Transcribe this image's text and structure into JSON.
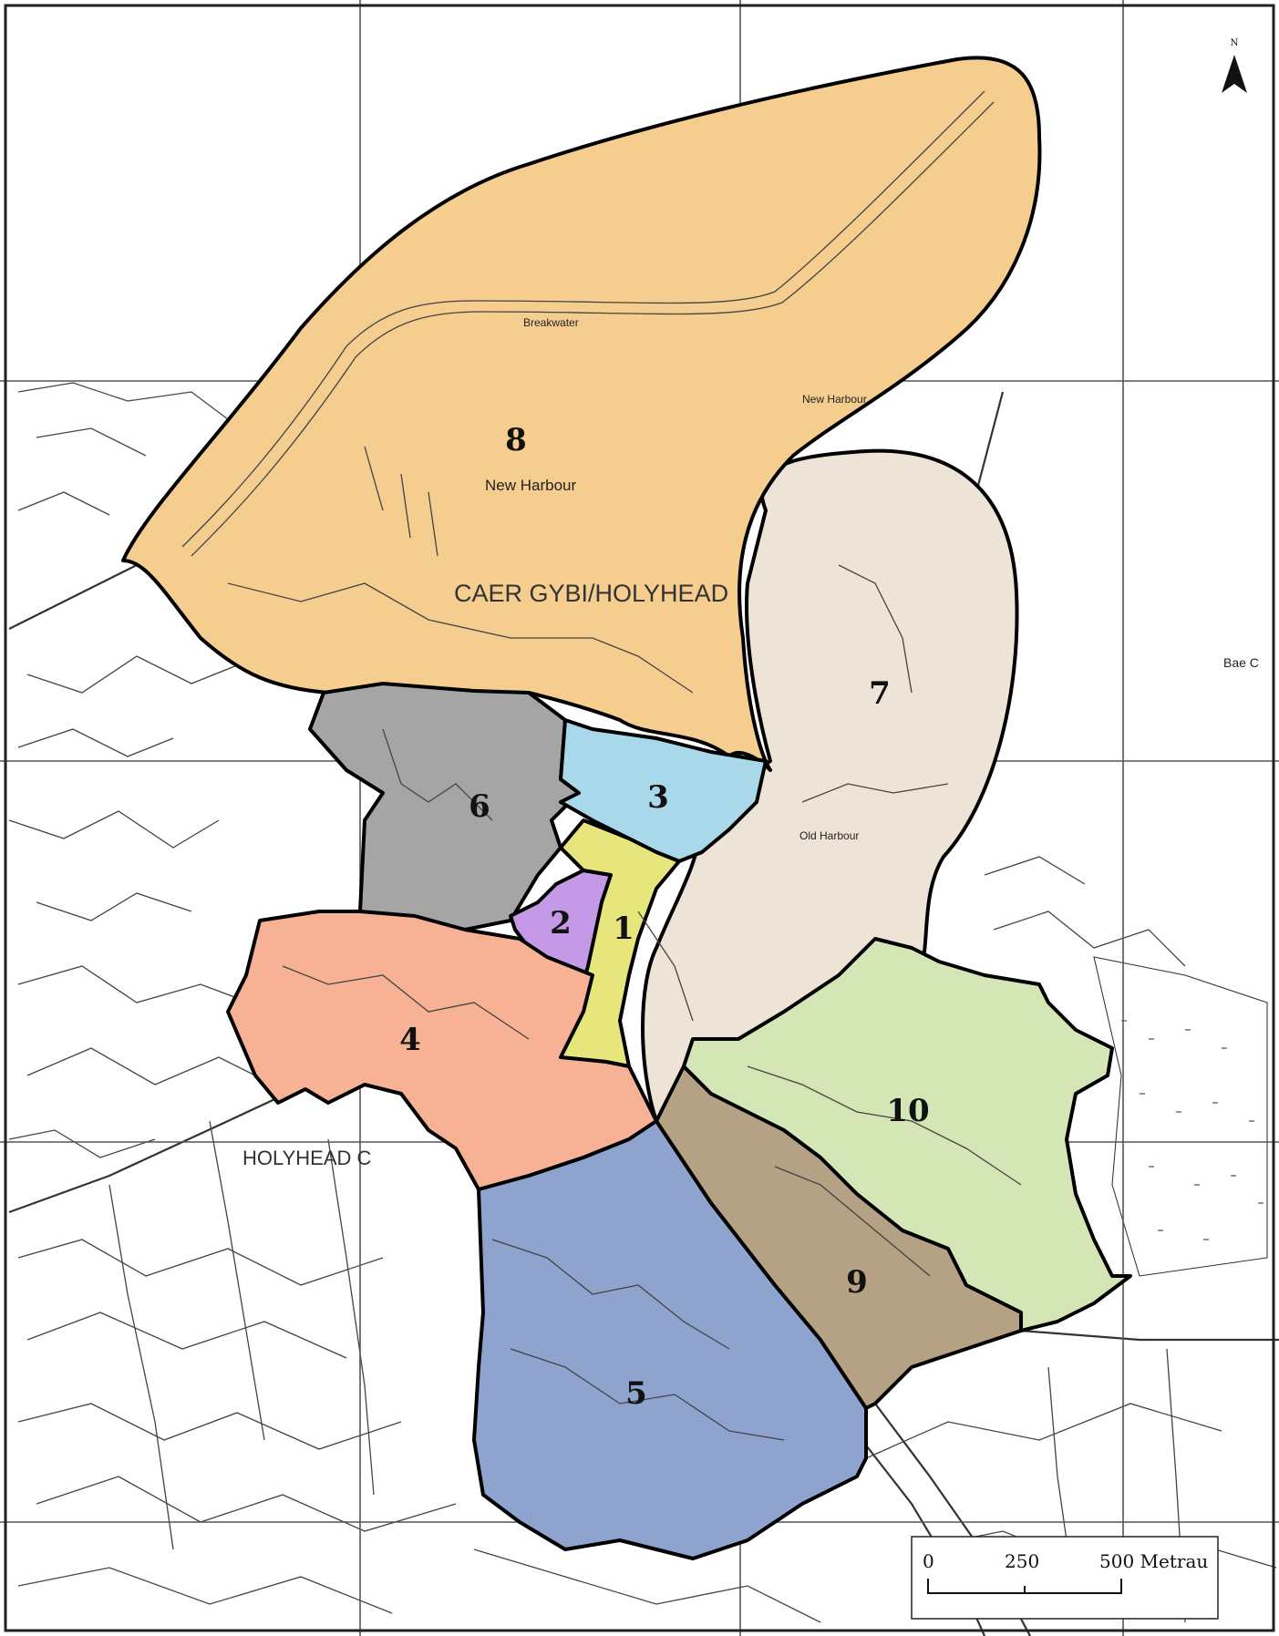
{
  "labels": {
    "town": "CAER GYBI/HOLYHEAD",
    "new_harbour_main": "New Harbour",
    "new_harbour_small": "New Harbour",
    "breakwater": "Breakwater",
    "old_harbour": "Old Harbour",
    "holyhead_c": "HOLYHEAD C",
    "bae": "Bae C",
    "north": "N"
  },
  "zones": [
    {
      "id": "1",
      "label": "1",
      "color": "#e6e67c"
    },
    {
      "id": "2",
      "label": "2",
      "color": "#c49ae6"
    },
    {
      "id": "3",
      "label": "3",
      "color": "#a8d8ea"
    },
    {
      "id": "4",
      "label": "4",
      "color": "#f7b296"
    },
    {
      "id": "5",
      "label": "5",
      "color": "#8fa3cf"
    },
    {
      "id": "6",
      "label": "6",
      "color": "#a5a5a5"
    },
    {
      "id": "7",
      "label": "7",
      "color": "#ede3d6"
    },
    {
      "id": "8",
      "label": "8",
      "color": "#f5cd8e"
    },
    {
      "id": "9",
      "label": "9",
      "color": "#b5a183"
    },
    {
      "id": "10",
      "label": "10",
      "color": "#d4e6b5"
    }
  ],
  "scale_bar": {
    "ticks": [
      "0",
      "250",
      "500 Metrau"
    ]
  }
}
